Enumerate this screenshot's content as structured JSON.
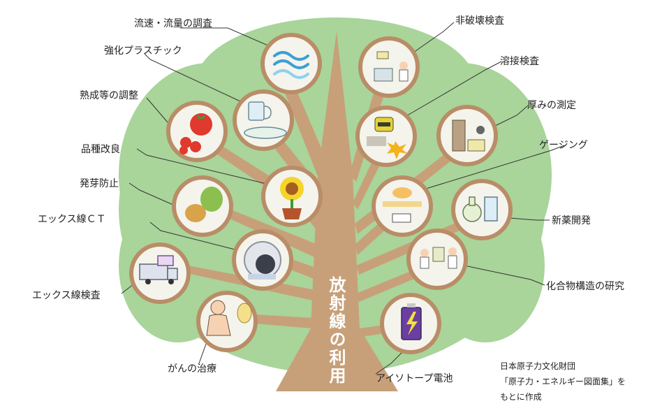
{
  "title": "放射線の利用",
  "credit": [
    "日本原子力文化財団",
    "「原子力・エネルギー図面集」を",
    "もとに作成"
  ],
  "applications": {
    "flow_survey": "流速・流量の調査",
    "reinforced_plastic": "強化プラスチック",
    "ripening_control": "熟成等の調整",
    "breeding": "品種改良",
    "sprout_prevention": "発芽防止",
    "xray_ct": "エックス線ＣＴ",
    "xray_inspection": "エックス線検査",
    "cancer_treatment": "がんの治療",
    "nondestructive_testing": "非破壊検査",
    "weld_inspection": "溶接検査",
    "thickness_measurement": "厚みの測定",
    "gauging": "ゲージング",
    "drug_development": "新薬開発",
    "compound_structure": "化合物構造の研究",
    "isotope_battery": "アイソトープ電池"
  },
  "colors": {
    "foliage": "#a9d49a",
    "trunk": "#c7a07a",
    "node_ring": "#b98d67",
    "node_bg": "#f4f4ec"
  },
  "icons": {
    "flow_survey": "water-wave-icon",
    "reinforced_plastic": "cup-and-plate-icon",
    "ripening_control": "tomato-icon",
    "breeding": "sunflower-icon",
    "sprout_prevention": "potato-onion-icon",
    "xray_ct": "ct-scanner-icon",
    "xray_inspection": "truck-icon",
    "cancer_treatment": "patient-icon",
    "nondestructive_testing": "lab-inspector-icon",
    "weld_inspection": "welder-icon",
    "thickness_measurement": "thickness-gauge-icon",
    "gauging": "gauging-device-icon",
    "drug_development": "flask-icon",
    "compound_structure": "researchers-icon",
    "isotope_battery": "battery-icon"
  }
}
